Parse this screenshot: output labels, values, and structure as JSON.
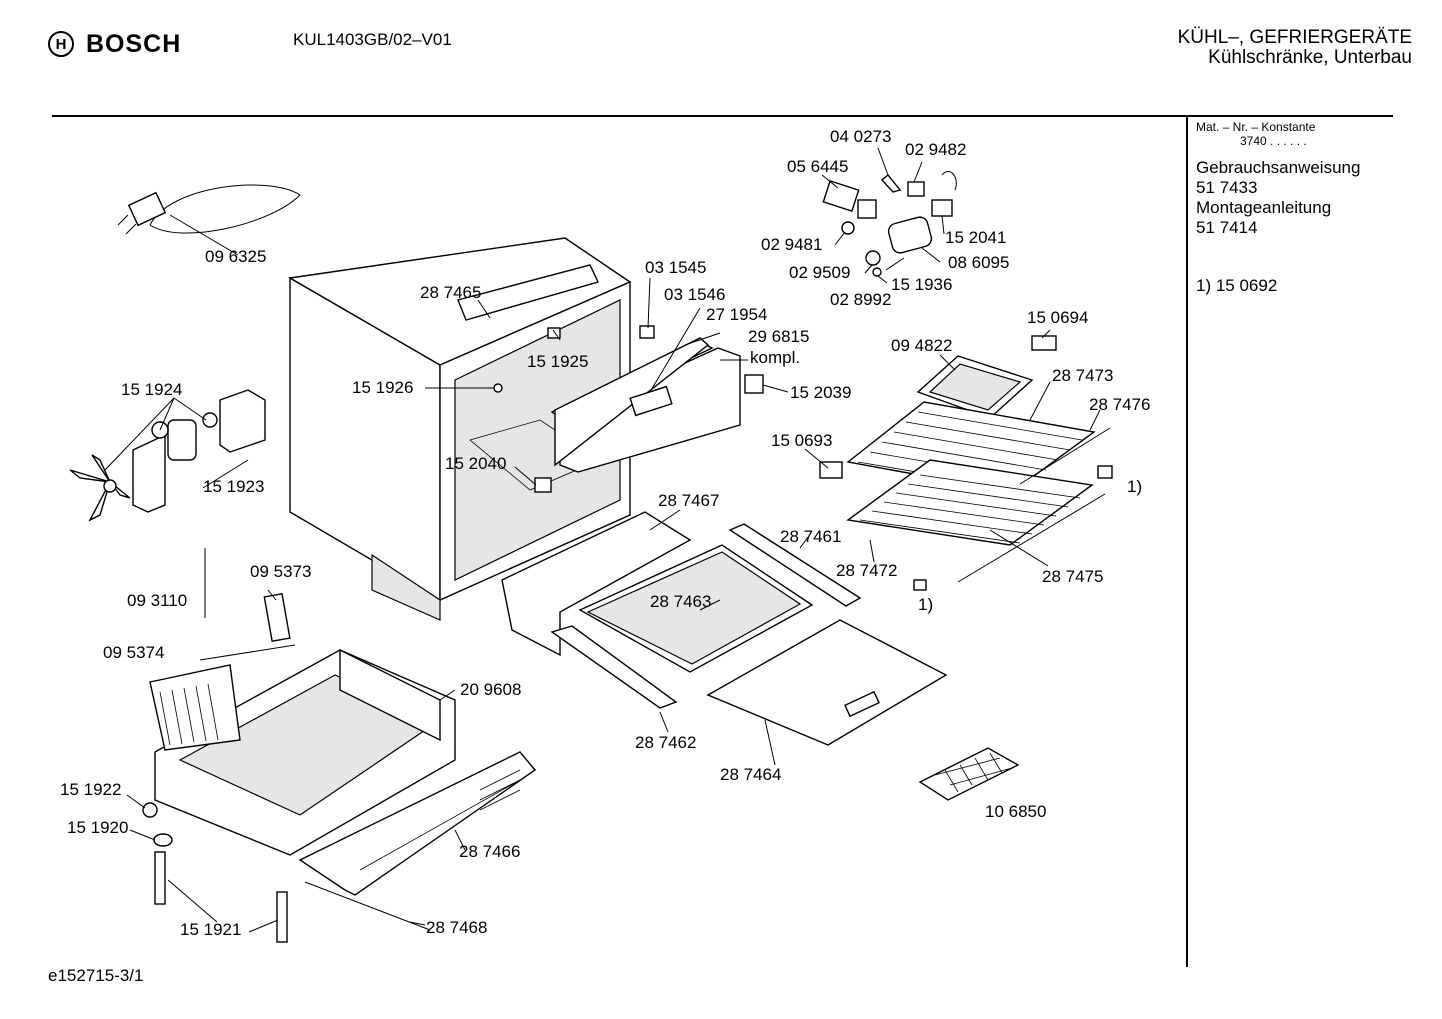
{
  "header": {
    "brand": "BOSCH",
    "brand_mark": "H",
    "model": "KUL1403GB/02–V01",
    "category_line1": "KÜHL–, GEFRIERGERÄTE",
    "category_line2": "Kühlschränke, Unterbau"
  },
  "sidebar": {
    "mat_heading": "Mat. – Nr. – Konstante",
    "mat_value": "3740 . . . . . .",
    "doc1_title": "Gebrauchsanweisung",
    "doc1_number": "51 7433",
    "doc2_title": "Montageanleitung",
    "doc2_number": "51 7414",
    "footnote": "1)  15 0692"
  },
  "footer": {
    "drawing_id": "e152715-3/1"
  },
  "labels": {
    "p096325": "09 6325",
    "p287465": "28 7465",
    "p031545": "03 1545",
    "p031546": "03 1546",
    "p271954": "27 1954",
    "p296815": "29 6815",
    "p296815b": "kompl.",
    "p151925": "15 1925",
    "p151926": "15 1926",
    "p152039": "15 2039",
    "p151924": "15 1924",
    "p151923": "15 1923",
    "p152040": "15 2040",
    "p040273": "04 0273",
    "p029482": "02 9482",
    "p056445": "05 6445",
    "p029481": "02 9481",
    "p152041": "15 2041",
    "p029509": "02 9509",
    "p086095": "08 6095",
    "p151936": "15 1936",
    "p028992": "02 8992",
    "p150694": "15 0694",
    "p094822": "09 4822",
    "p287473": "28 7473",
    "p287476": "28 7476",
    "p150693": "15 0693",
    "note1a": "1)",
    "note1b": "1)",
    "p287472": "28 7472",
    "p287475": "28 7475",
    "p287467": "28 7467",
    "p287461": "28 7461",
    "p287463": "28 7463",
    "p093110": "09 3110",
    "p095373": "09 5373",
    "p095374": "09 5374",
    "p209608": "20 9608",
    "p287462": "28 7462",
    "p287464": "28 7464",
    "p106850": "10 6850",
    "p151922": "15 1922",
    "p151920": "15 1920",
    "p287466": "28 7466",
    "p151921": "15 1921",
    "p287468": "28 7468"
  }
}
